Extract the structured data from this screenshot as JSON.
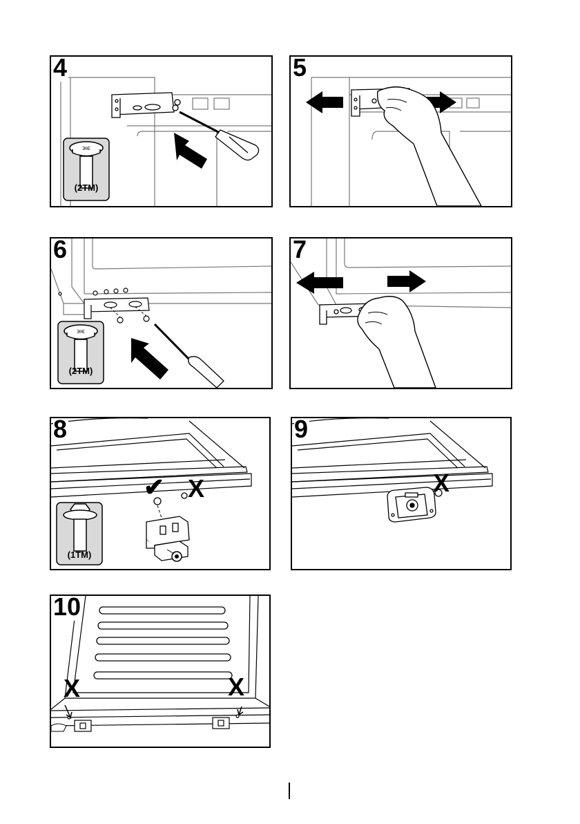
{
  "steps": [
    {
      "id": "4",
      "number": "4",
      "screw_label": "(2TM)"
    },
    {
      "id": "5",
      "number": "5"
    },
    {
      "id": "6",
      "number": "6",
      "screw_label": "(2TM)"
    },
    {
      "id": "7",
      "number": "7"
    },
    {
      "id": "8",
      "number": "8",
      "screw_label": "(1TM)",
      "mark_ok": "✔",
      "mark_wrong": "X"
    },
    {
      "id": "9",
      "number": "9",
      "mark_wrong": "X"
    },
    {
      "id": "10",
      "number": "10",
      "mark_left": "X",
      "mark_right": "X"
    }
  ]
}
